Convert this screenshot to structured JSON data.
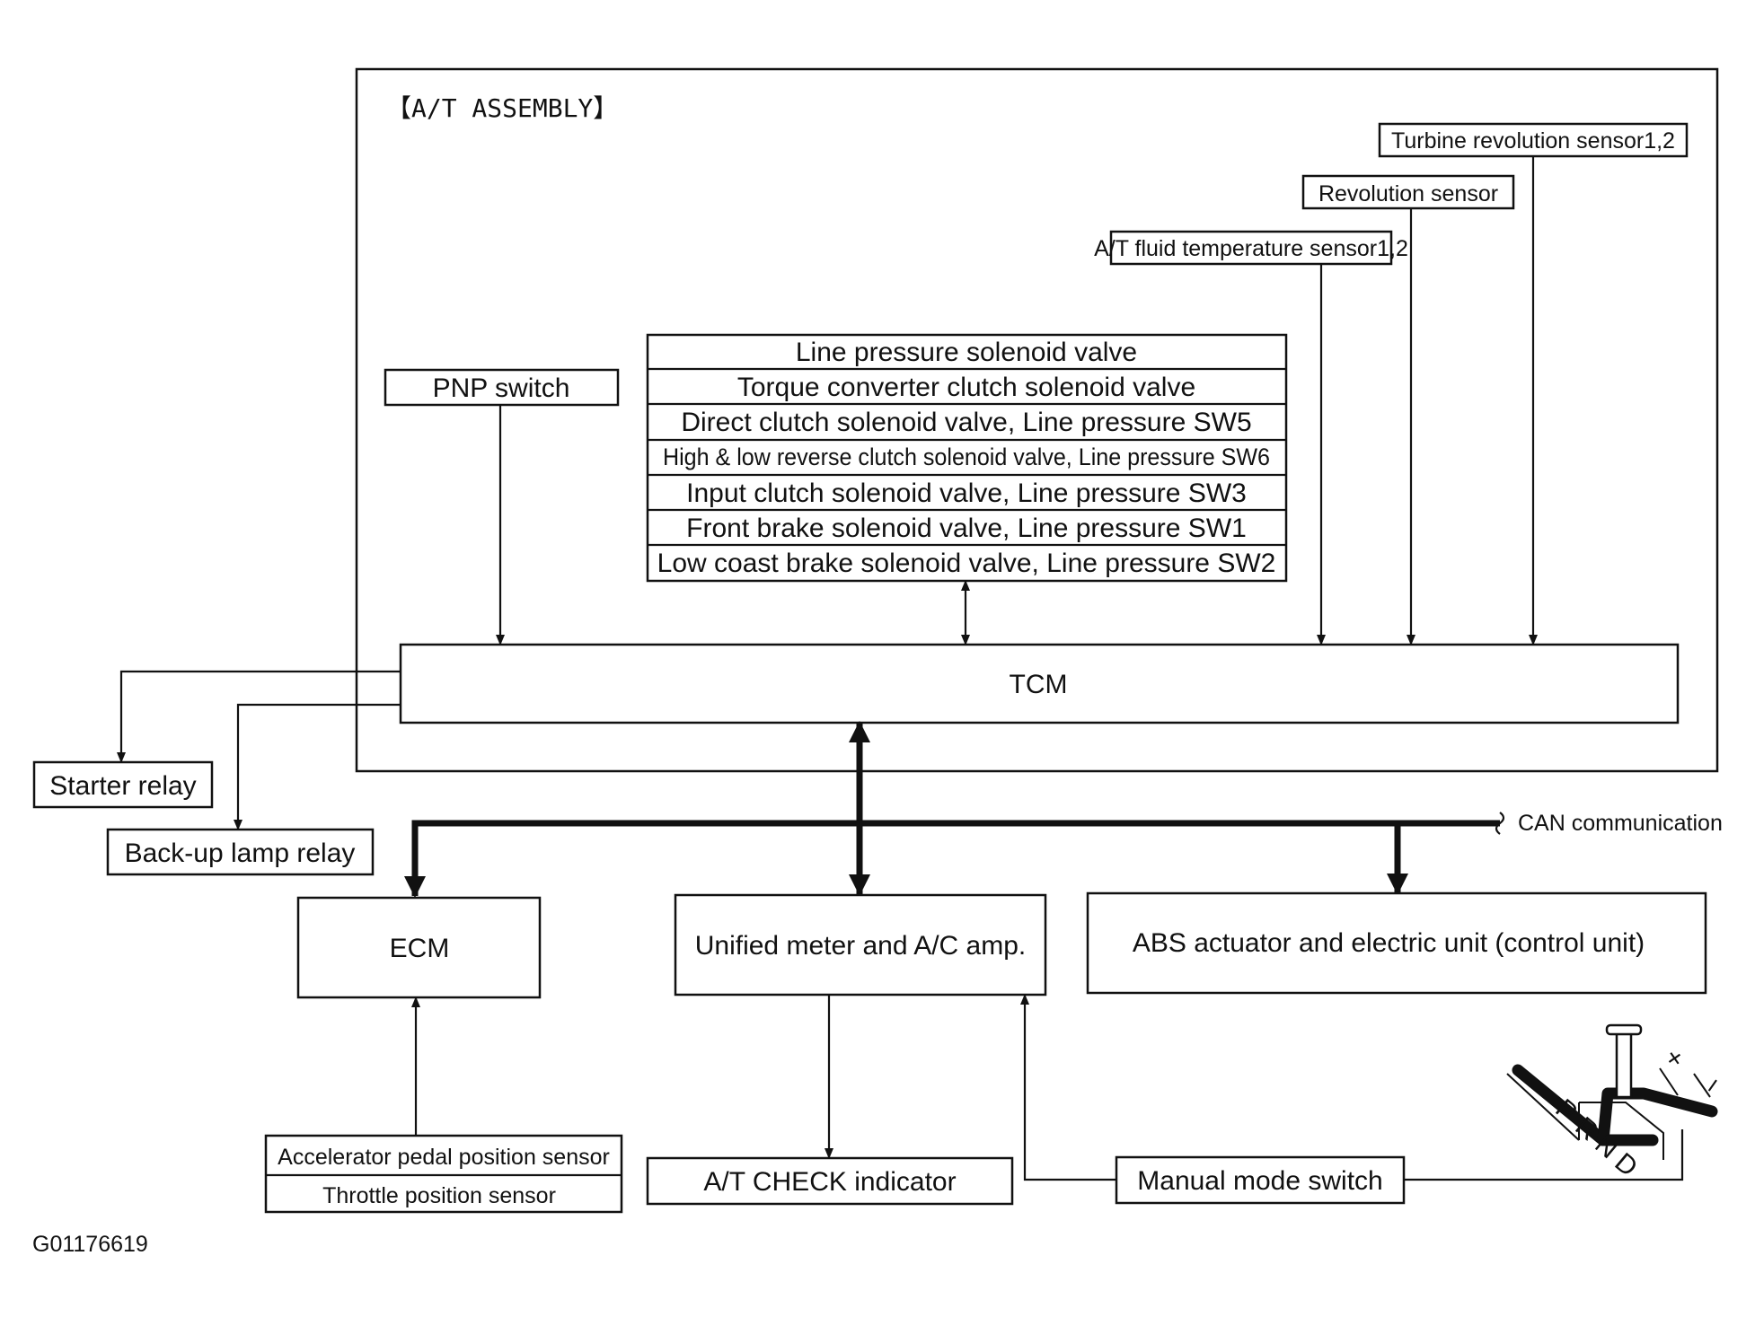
{
  "assembly_label": "【A/T ASSEMBLY】",
  "sensors": {
    "turbine": "Turbine revolution sensor1,2",
    "revolution": "Revolution sensor",
    "fluid_temp": "A/T fluid temperature sensor1,2"
  },
  "pnp_switch": "PNP switch",
  "solenoids": [
    "Line pressure solenoid valve",
    "Torque converter clutch solenoid valve",
    "Direct clutch solenoid valve, Line pressure SW5",
    "High & low reverse clutch solenoid valve, Line pressure SW6",
    "Input clutch solenoid valve, Line pressure SW3",
    "Front brake solenoid valve, Line pressure SW1",
    "Low coast  brake solenoid valve, Line pressure SW2"
  ],
  "tcm": "TCM",
  "starter_relay": "Starter relay",
  "backup_lamp_relay": "Back-up lamp relay",
  "can_label": "CAN communication",
  "ecm": "ECM",
  "meter": "Unified meter and A/C amp.",
  "abs": "ABS actuator and electric unit (control unit)",
  "ecm_inputs": [
    "Accelerator pedal position sensor",
    "Throttle position sensor"
  ],
  "at_check": "A/T CHECK indicator",
  "manual_mode_switch": "Manual mode switch",
  "shifter": {
    "positions": [
      "P",
      "R",
      "N",
      "D"
    ],
    "plus": "+",
    "minus": "−"
  },
  "figure_code": "G01176619"
}
